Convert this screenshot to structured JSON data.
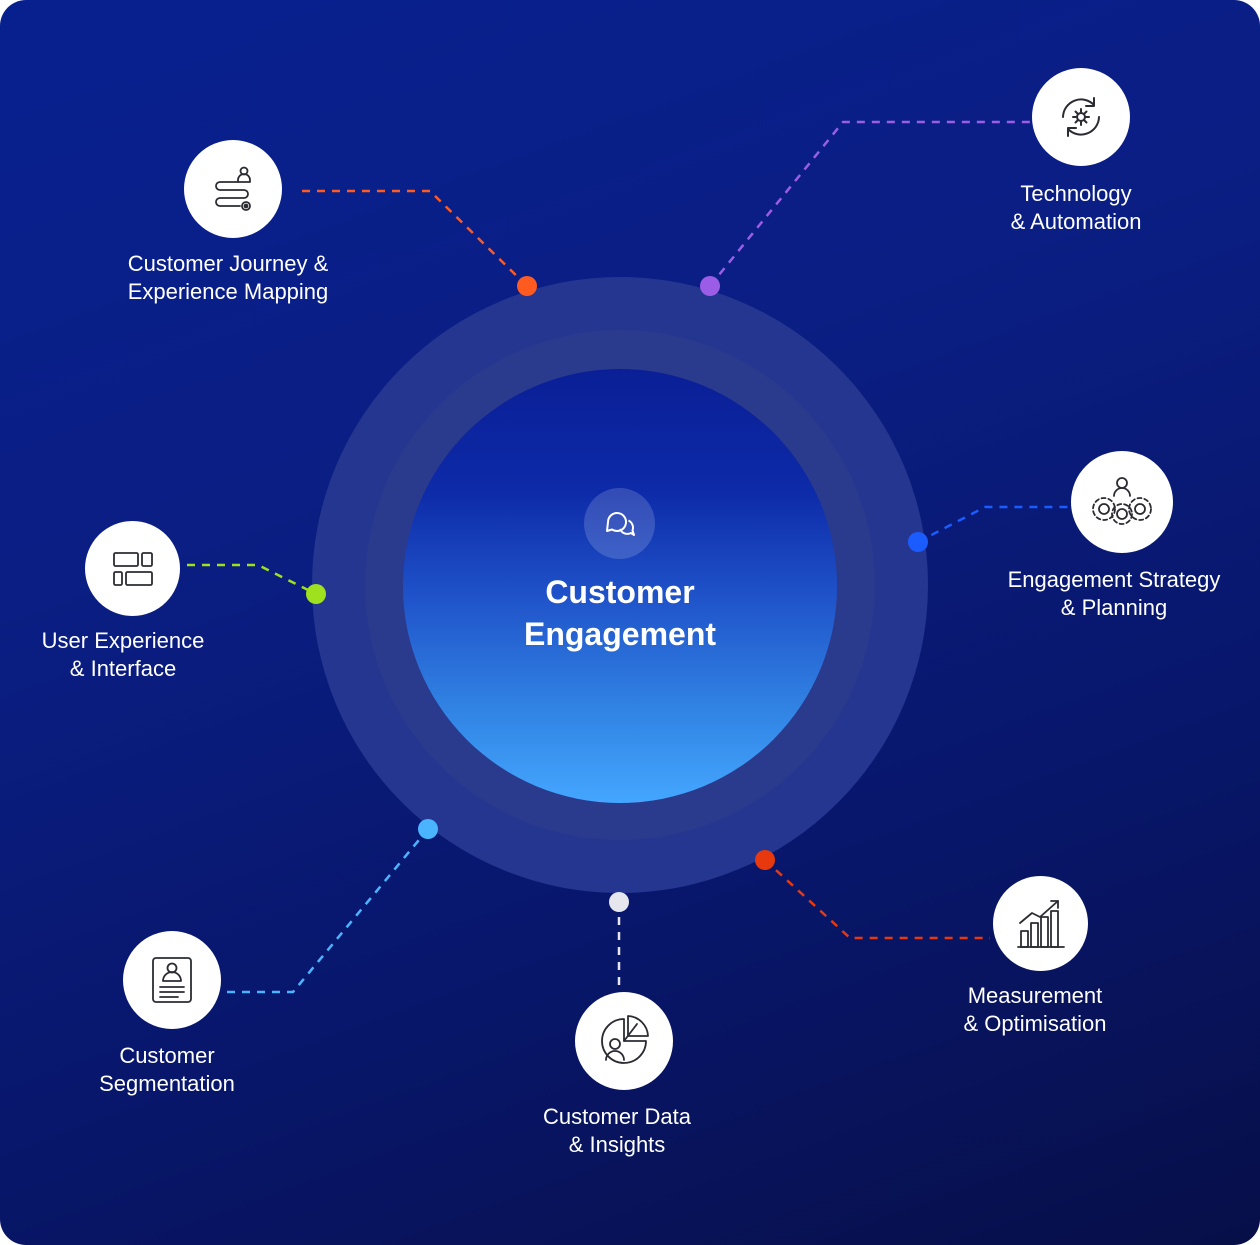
{
  "center": {
    "title_line1": "Customer",
    "title_line2": "Engagement",
    "icon": "chat-bubbles-icon"
  },
  "nodes": [
    {
      "id": "journey",
      "line1": "Customer Journey &",
      "line2": "Experience Mapping",
      "icon": "journey-map-icon",
      "color": "#ff5a1f"
    },
    {
      "id": "technology",
      "line1": "Technology",
      "line2": "& Automation",
      "icon": "automation-sync-icon",
      "color": "#9b5de5"
    },
    {
      "id": "strategy",
      "line1": "Engagement Strategy",
      "line2": "& Planning",
      "icon": "strategy-gears-icon",
      "color": "#1a5cff"
    },
    {
      "id": "ux",
      "line1": "User Experience",
      "line2": "& Interface",
      "icon": "layout-interface-icon",
      "color": "#9fe01f"
    },
    {
      "id": "measurement",
      "line1": "Measurement",
      "line2": "& Optimisation",
      "icon": "growth-chart-icon",
      "color": "#e8390e"
    },
    {
      "id": "segmentation",
      "line1": "Customer",
      "line2": "Segmentation",
      "icon": "profile-card-icon",
      "color": "#4bb4ff"
    },
    {
      "id": "data",
      "line1": "Customer Data",
      "line2": "& Insights",
      "icon": "pie-insights-icon",
      "color": "#e6e6ee"
    }
  ]
}
